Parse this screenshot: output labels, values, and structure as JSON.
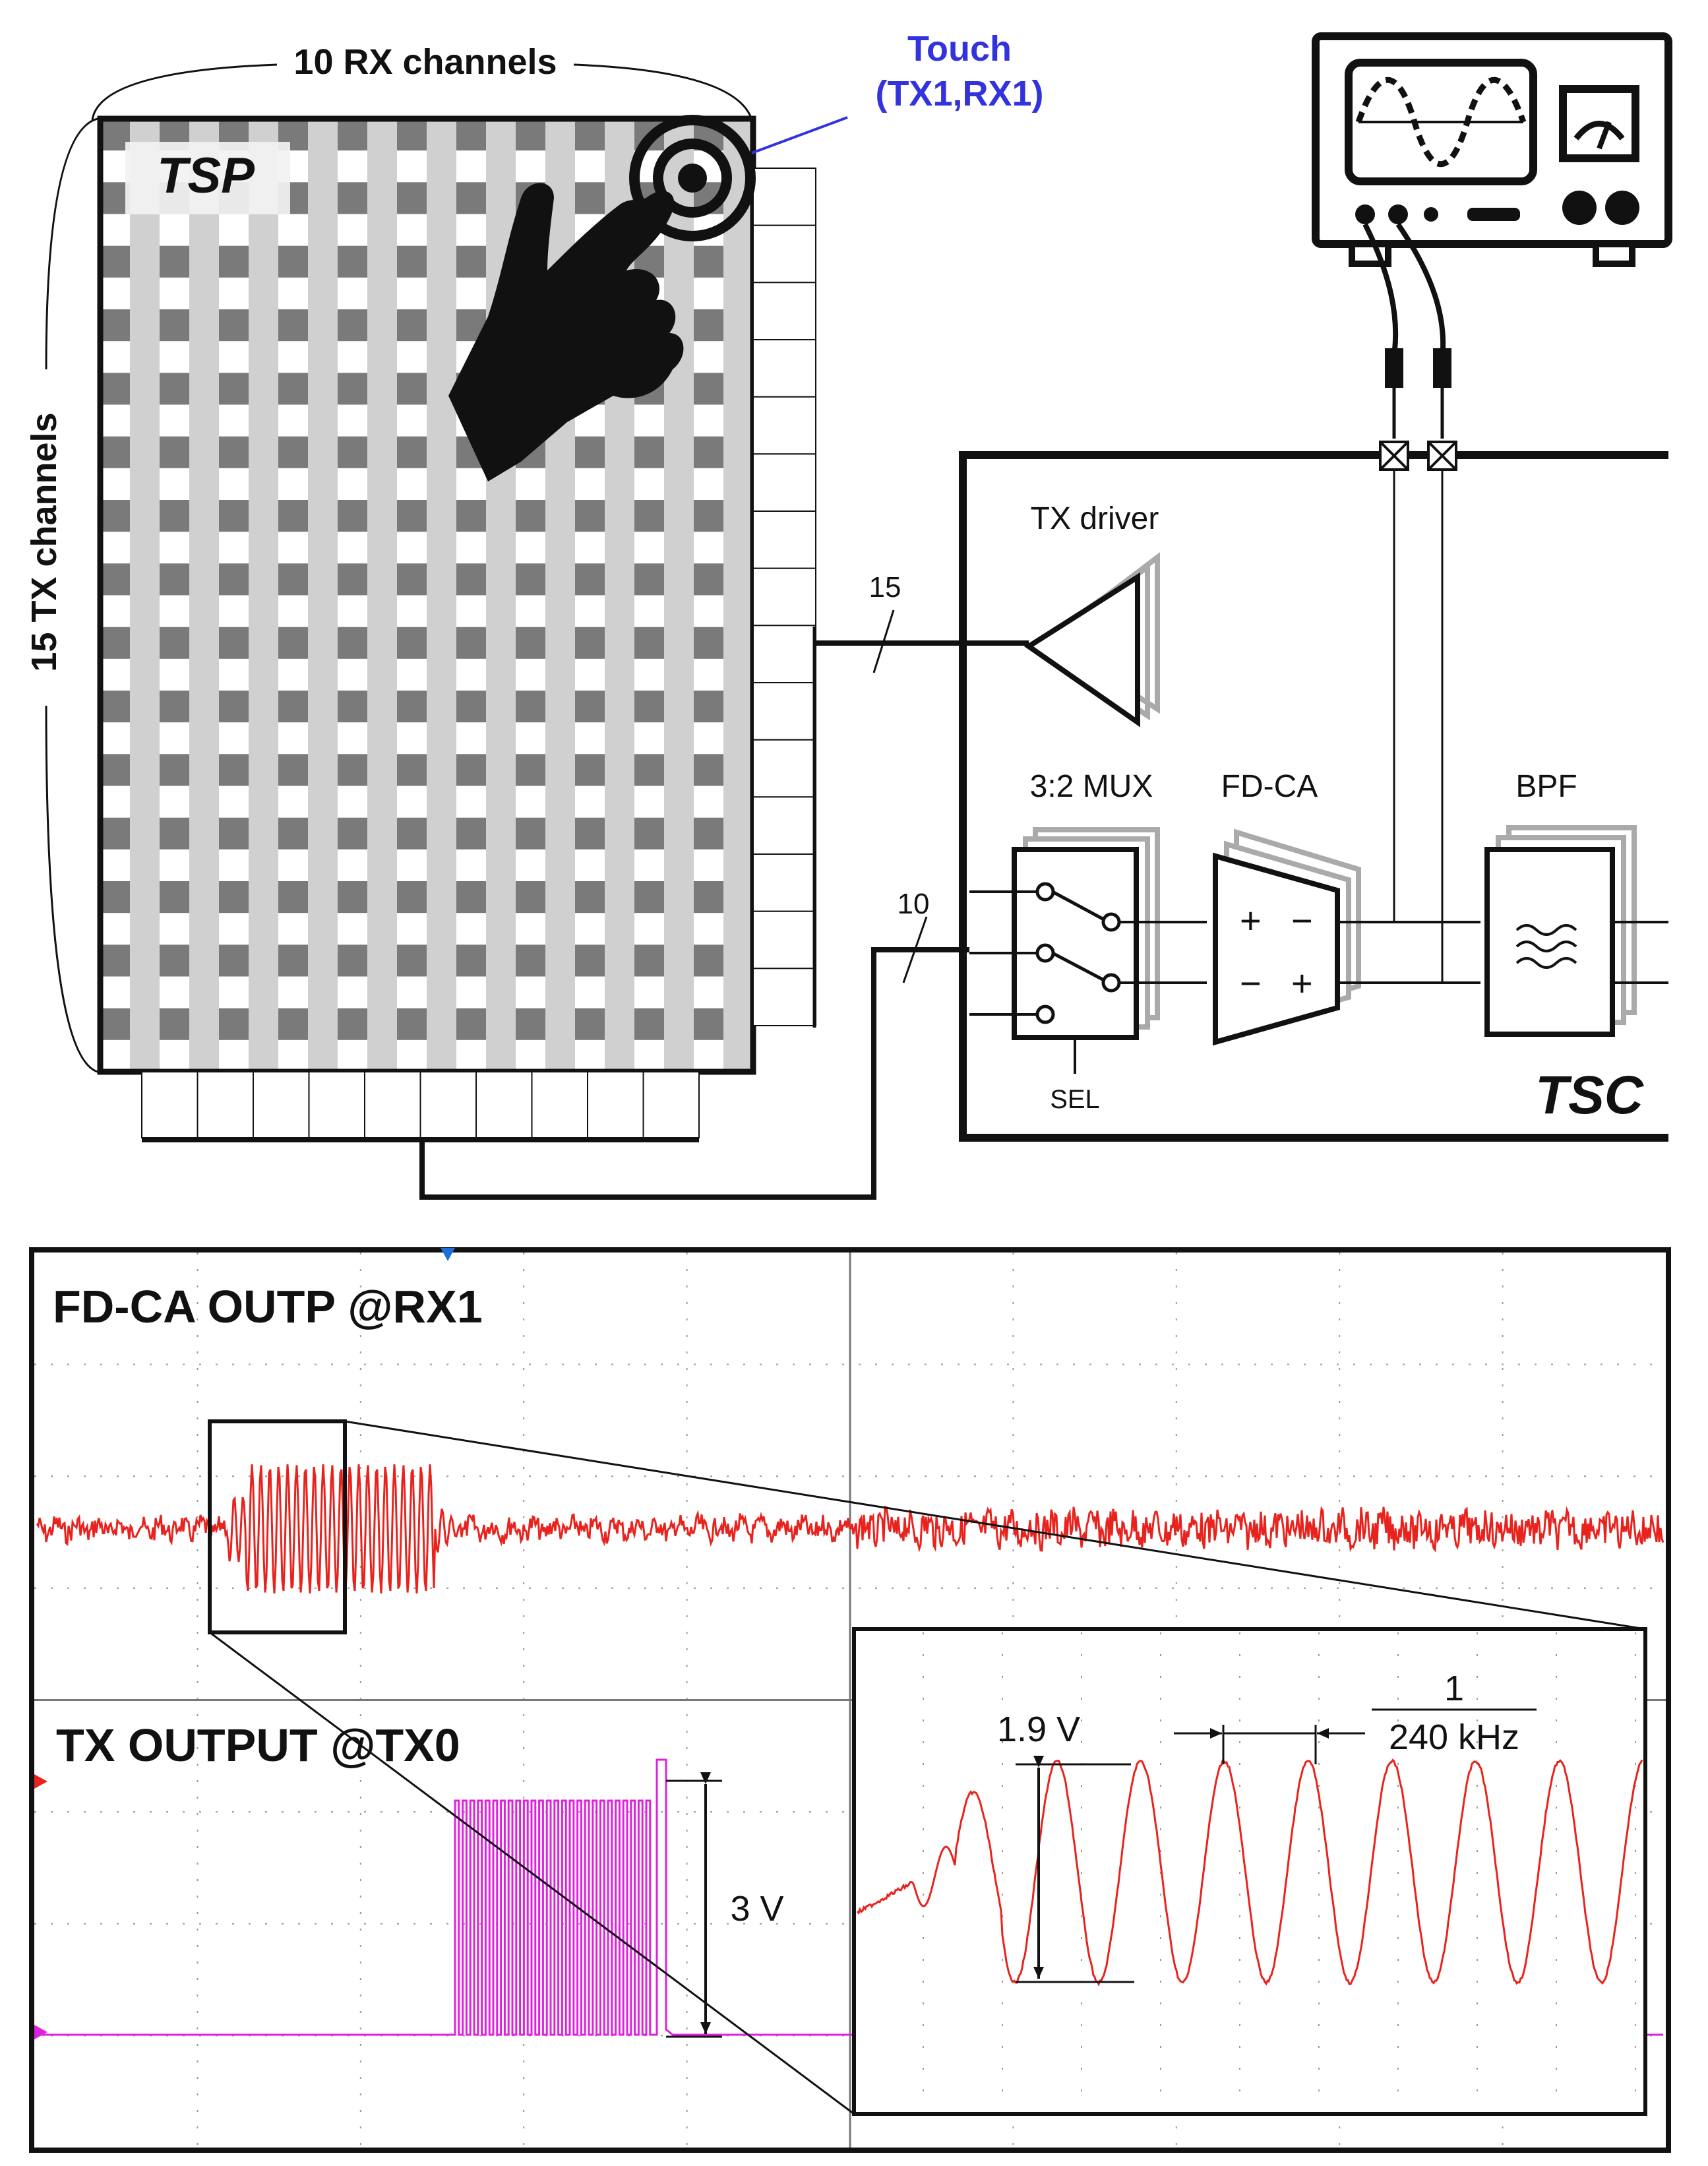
{
  "top": {
    "rx_label": "10 RX channels",
    "tx_label": "15 TX channels",
    "tsp_label": "TSP",
    "touch_label": "Touch",
    "touch_coord": "(TX1,RX1)",
    "tx_bus_count": "15",
    "rx_bus_count": "10",
    "tx_driver_label": "TX driver",
    "mux_label": "3:2 MUX",
    "fdca_label": "FD-CA",
    "bpf_label": "BPF",
    "sel_label": "SEL",
    "tsc_label": "TSC",
    "fdca_plus": "+",
    "fdca_minus": "−"
  },
  "scope": {
    "fdca_title": "FD-CA OUTP @RX1",
    "tx_title": "TX OUTPUT @TX0",
    "tx_amplitude": "3 V",
    "inset_amplitude": "1.9 V",
    "period_numerator": "1",
    "period_denominator": "240 kHz",
    "colors": {
      "fdca_trace": "#e8231e",
      "tx_trace": "#e020e0",
      "touch_text": "#3333dd",
      "grid": "#888888"
    }
  }
}
